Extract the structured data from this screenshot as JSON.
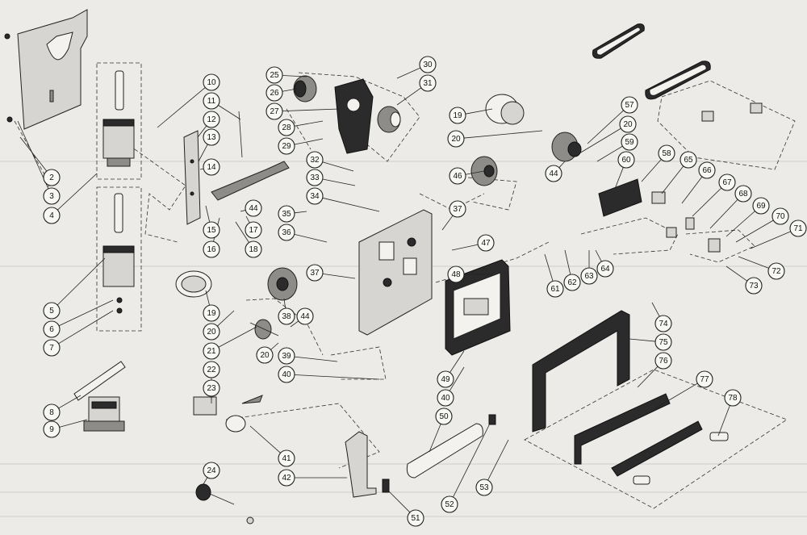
{
  "diagram": {
    "callouts": [
      "2",
      "3",
      "4",
      "5",
      "6",
      "7",
      "8",
      "9",
      "10",
      "11",
      "12",
      "13",
      "14",
      "15",
      "16",
      "17",
      "18",
      "19",
      "20",
      "21",
      "22",
      "23",
      "24",
      "25",
      "26",
      "27",
      "28",
      "29",
      "30",
      "31",
      "32",
      "33",
      "34",
      "35",
      "36",
      "37",
      "38",
      "39",
      "40",
      "41",
      "42",
      "44",
      "46",
      "47",
      "48",
      "49",
      "50",
      "51",
      "52",
      "53",
      "57",
      "58",
      "59",
      "60",
      "61",
      "62",
      "63",
      "64",
      "65",
      "66",
      "67",
      "68",
      "69",
      "70",
      "71",
      "72",
      "73",
      "74",
      "75",
      "76",
      "77",
      "78"
    ]
  },
  "colors": {
    "paper": "#ecebe8",
    "ink": "#222222",
    "part_dark": "#2b2b2b"
  }
}
